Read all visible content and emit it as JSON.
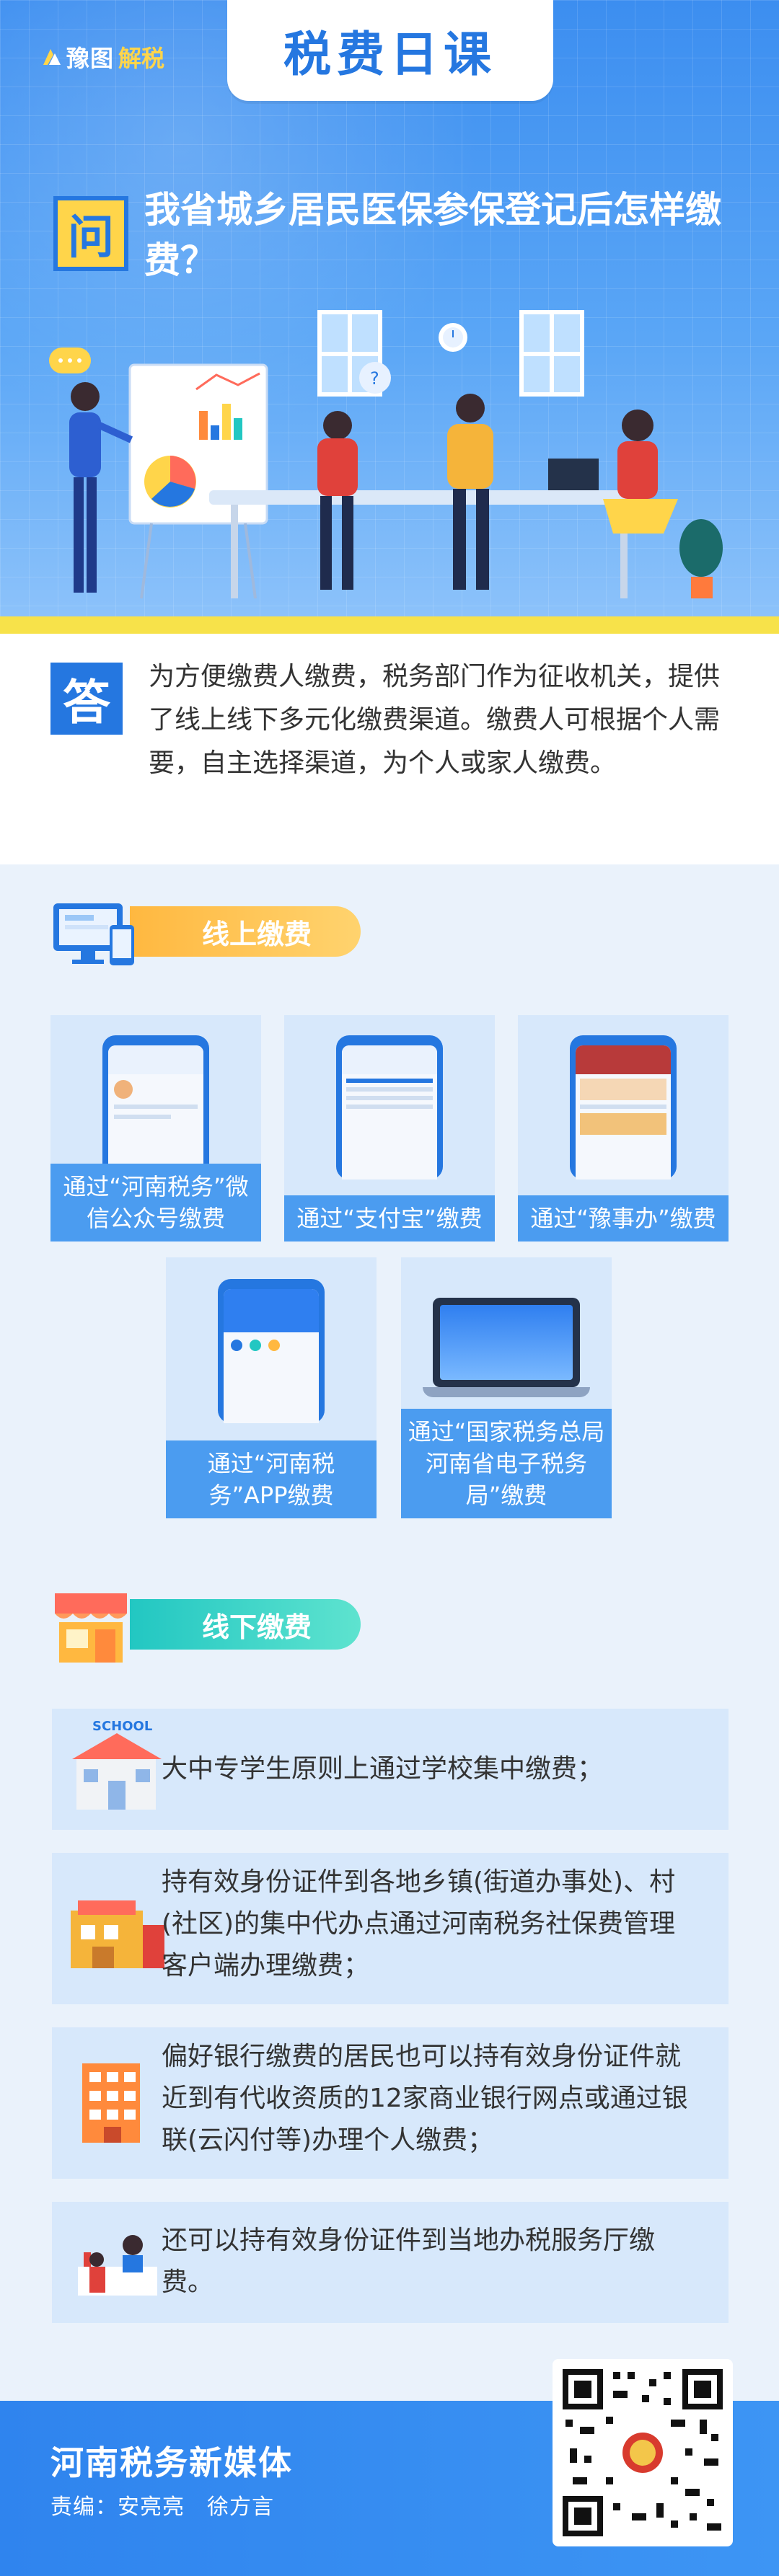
{
  "header": {
    "logo_text": "豫图",
    "logo_text_accent": "解税",
    "title": "税费日课"
  },
  "question": {
    "badge": "问",
    "text": "我省城乡居民医保参保登记后怎样缴费？"
  },
  "answer": {
    "badge": "答",
    "text": "为方便缴费人缴费，税务部门作为征收机关，提供了线上线下多元化缴费渠道。缴费人可根据个人需要，自主选择渠道，为个人或家人缴费。"
  },
  "online": {
    "title": "线上缴费",
    "channels": [
      {
        "caption": "通过“河南税务”微信公众号缴费"
      },
      {
        "caption": "通过“支付宝”缴费"
      },
      {
        "caption": "通过“豫事办”缴费"
      },
      {
        "caption": "通过“河南税务”APP缴费"
      },
      {
        "caption": "通过“国家税务总局河南省电子税务局”缴费"
      }
    ]
  },
  "offline": {
    "title": "线下缴费",
    "items": [
      {
        "text": "大中专学生原则上通过学校集中缴费；",
        "icon": "school-icon"
      },
      {
        "text": "持有效身份证件到各地乡镇(街道办事处)、村(社区)的集中代办点通过河南税务社保费管理客户端办理缴费；",
        "icon": "community-office-icon"
      },
      {
        "text": "偏好银行缴费的居民也可以持有效身份证件就近到有代收资质的12家商业银行网点或通过银联(云闪付等)办理个人缴费；",
        "icon": "bank-icon"
      },
      {
        "text": "还可以持有效身份证件到当地办税服务厅缴费。",
        "icon": "tax-service-hall-icon"
      }
    ]
  },
  "footer": {
    "title": "河南税务新媒体",
    "editor": "责编：安亮亮　徐方言"
  },
  "colors": {
    "primary": "#2577e0",
    "yellow": "#ffd54a",
    "orange_pill": "#ffb840",
    "teal_pill": "#22c7c2",
    "card_bg": "#d7e8fb",
    "caption_bg": "#4b9cf0"
  }
}
